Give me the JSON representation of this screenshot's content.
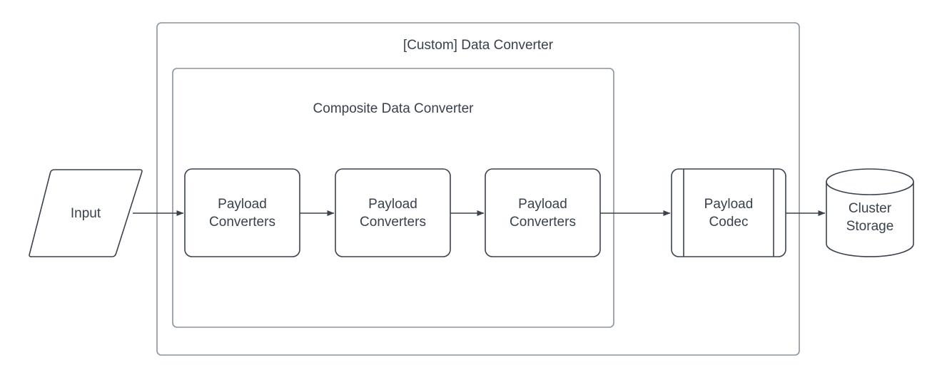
{
  "diagram": {
    "title": "[Custom] Data Converter",
    "outer_container": {
      "label": "[Custom] Data Converter"
    },
    "inner_container": {
      "label": "Composite Data Converter"
    },
    "nodes": [
      {
        "id": "input",
        "label": "Input",
        "shape": "parallelogram"
      },
      {
        "id": "payload-converters-1",
        "label": "Payload\nConverters",
        "shape": "rounded-rect"
      },
      {
        "id": "payload-converters-2",
        "label": "Payload\nConverters",
        "shape": "rounded-rect"
      },
      {
        "id": "payload-converters-3",
        "label": "Payload\nConverters",
        "shape": "rounded-rect"
      },
      {
        "id": "payload-codec",
        "label": "Payload\nCodec",
        "shape": "process"
      },
      {
        "id": "cluster-storage",
        "label": "Cluster\nStorage",
        "shape": "cylinder"
      }
    ],
    "edges": [
      {
        "from": "input",
        "to": "payload-converters-1"
      },
      {
        "from": "payload-converters-1",
        "to": "payload-converters-2"
      },
      {
        "from": "payload-converters-2",
        "to": "payload-converters-3"
      },
      {
        "from": "payload-converters-3",
        "to": "payload-codec"
      },
      {
        "from": "payload-codec",
        "to": "cluster-storage"
      }
    ],
    "colors": {
      "stroke": "#3a424e",
      "container_stroke": "#8a93a0",
      "text": "#39414d",
      "fill": "#ffffff"
    }
  }
}
